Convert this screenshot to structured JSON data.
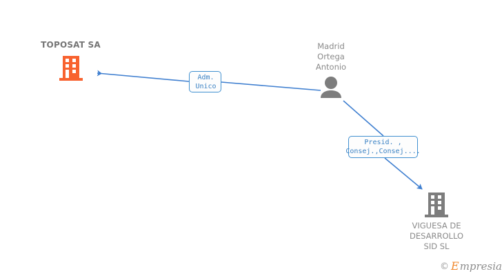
{
  "diagram": {
    "background_color": "#ffffff",
    "edge_color": "#3f7fd0",
    "nodes": {
      "root_company": {
        "name": "TOPOSAT SA",
        "icon": "building-icon",
        "color": "#f8622f"
      },
      "person": {
        "name_lines": [
          "Madrid",
          "Ortega",
          "Antonio"
        ],
        "icon": "person-icon",
        "color": "#7d7d7d"
      },
      "child_company": {
        "name_lines": [
          "VIGUESA DE",
          "DESARROLLO",
          "SID  SL"
        ],
        "icon": "building-icon",
        "color": "#7d7d7d"
      }
    },
    "relations": {
      "adm_unico": {
        "lines": [
          "Adm.",
          "Unico"
        ],
        "border_color": "#3f8fd0",
        "text_color": "#3b82c4"
      },
      "presid_consej": {
        "lines": [
          "Presid. ,",
          "Consej.,Consej...."
        ],
        "border_color": "#3f8fd0",
        "text_color": "#3b82c4"
      }
    }
  },
  "watermark": {
    "copyright": "©",
    "brand_initial": "E",
    "brand_rest": "mpresia",
    "brand_initial_color": "#f0882e",
    "brand_rest_color": "#8d8d8d"
  }
}
